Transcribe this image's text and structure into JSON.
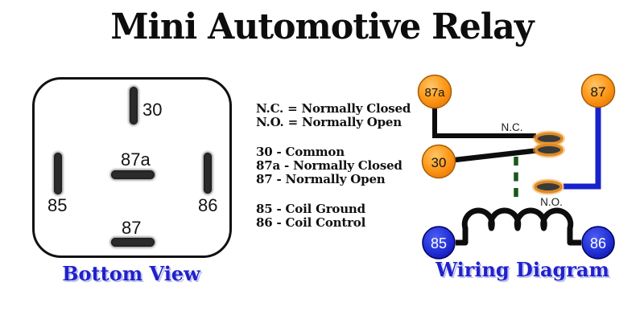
{
  "title": "Mini Automotive Relay",
  "colors": {
    "accent_blue": "#2121cc",
    "wire_black": "#0d0d0d",
    "wire_blue": "#1822cc",
    "dashed_green": "#17591c",
    "terminal_orange": "#f68a0a",
    "terminal_blue": "#2433d8",
    "contact_fill": "#3a3a3a",
    "contact_ring": "#de8a25"
  },
  "bottom_view": {
    "caption": "Bottom View",
    "pins": [
      {
        "id": "30",
        "label": "30",
        "orientation": "vertical"
      },
      {
        "id": "87a",
        "label": "87a",
        "orientation": "horizontal"
      },
      {
        "id": "85",
        "label": "85",
        "orientation": "vertical"
      },
      {
        "id": "86",
        "label": "86",
        "orientation": "vertical"
      },
      {
        "id": "87",
        "label": "87",
        "orientation": "horizontal"
      }
    ]
  },
  "legend": {
    "groups": [
      {
        "lines": [
          "N.C. = Normally Closed",
          "N.O. = Normally Open"
        ]
      },
      {
        "lines": [
          "30 - Common",
          "87a - Normally Closed",
          "87 - Normally Open"
        ]
      },
      {
        "lines": [
          "85 - Coil Ground",
          "86 - Coil Control"
        ]
      }
    ]
  },
  "wiring_diagram": {
    "caption": "Wiring Diagram",
    "terminals": [
      {
        "id": "87a",
        "label": "87a",
        "color": "orange"
      },
      {
        "id": "87",
        "label": "87",
        "color": "orange"
      },
      {
        "id": "30",
        "label": "30",
        "color": "orange"
      },
      {
        "id": "85",
        "label": "85",
        "color": "blue"
      },
      {
        "id": "86",
        "label": "86",
        "color": "blue"
      }
    ],
    "contact_labels": {
      "nc": "N.C.",
      "no": "N.O."
    }
  }
}
